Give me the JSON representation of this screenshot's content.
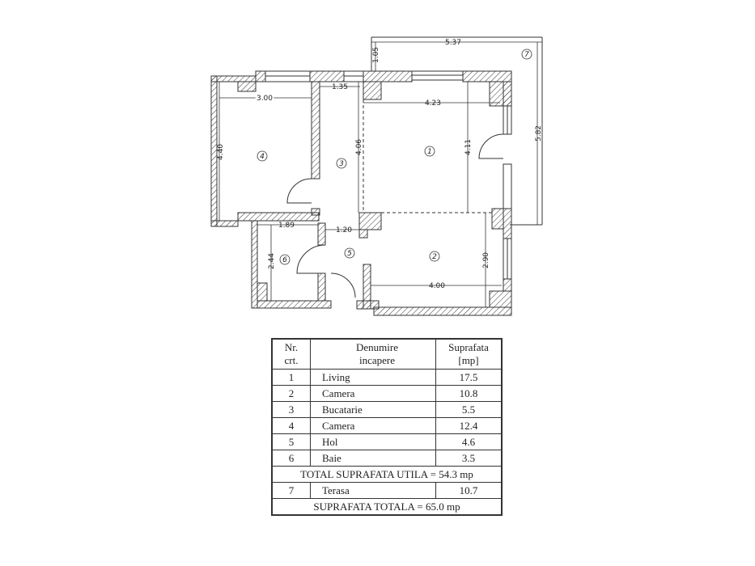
{
  "plan": {
    "dimensions": {
      "terrace_width": "5.37",
      "terrace_offset": "1.05",
      "terrace_height": "5.82",
      "room4_width": "3.00",
      "room4_height": "4.40",
      "kitchen_width": "1.35",
      "kitchen_height": "4.06",
      "living_width": "4.23",
      "living_height": "4.11",
      "bath_width": "1.89",
      "bath_height": "2.44",
      "hall_width": "1.20",
      "room2_width": "4.00",
      "room2_height": "2.90"
    },
    "room_numbers": [
      "1",
      "2",
      "3",
      "4",
      "5",
      "6",
      "7"
    ]
  },
  "table": {
    "headers": {
      "nr": [
        "Nr.",
        "crt."
      ],
      "name": [
        "Denumire",
        "incapere"
      ],
      "area": [
        "Suprafata",
        "[mp]"
      ]
    },
    "rows": [
      {
        "nr": "1",
        "name": "Living",
        "area": "17.5"
      },
      {
        "nr": "2",
        "name": "Camera",
        "area": "10.8"
      },
      {
        "nr": "3",
        "name": "Bucatarie",
        "area": "5.5"
      },
      {
        "nr": "4",
        "name": "Camera",
        "area": "12.4"
      },
      {
        "nr": "5",
        "name": "Hol",
        "area": "4.6"
      },
      {
        "nr": "6",
        "name": "Baie",
        "area": "3.5"
      }
    ],
    "total_util": "TOTAL SUPRAFATA UTILA = 54.3 mp",
    "terrace_row": {
      "nr": "7",
      "name": "Terasa",
      "area": "10.7"
    },
    "total": "SUPRAFATA TOTALA = 65.0 mp"
  }
}
